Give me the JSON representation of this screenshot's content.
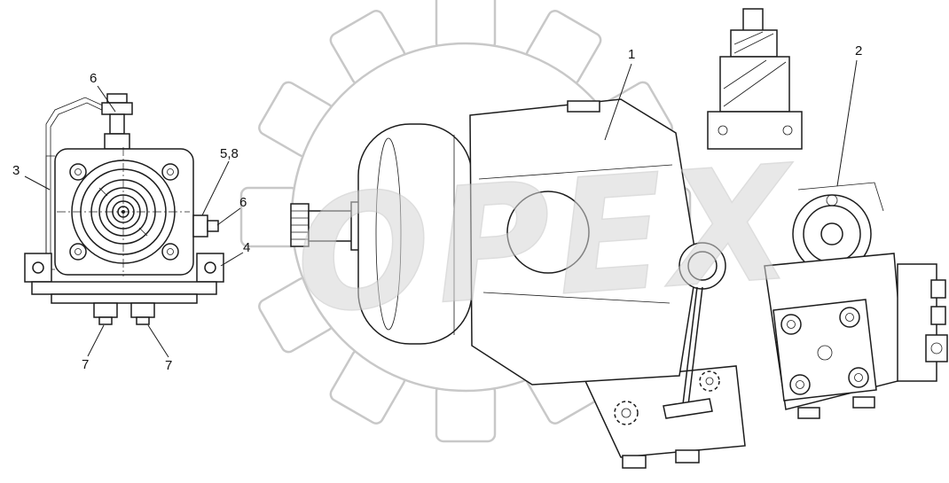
{
  "watermark": {
    "text": "OPEX",
    "color": "#d6d6d6"
  },
  "colors": {
    "background": "#ffffff",
    "line": "#1c1c1c",
    "watermark": "#c8c8c8"
  },
  "callouts": [
    {
      "label": "1"
    },
    {
      "label": "2"
    },
    {
      "label": "3"
    },
    {
      "label": "4"
    },
    {
      "label": "5,8"
    },
    {
      "label": "6"
    },
    {
      "label": "6"
    },
    {
      "label": "7"
    },
    {
      "label": "7"
    }
  ]
}
